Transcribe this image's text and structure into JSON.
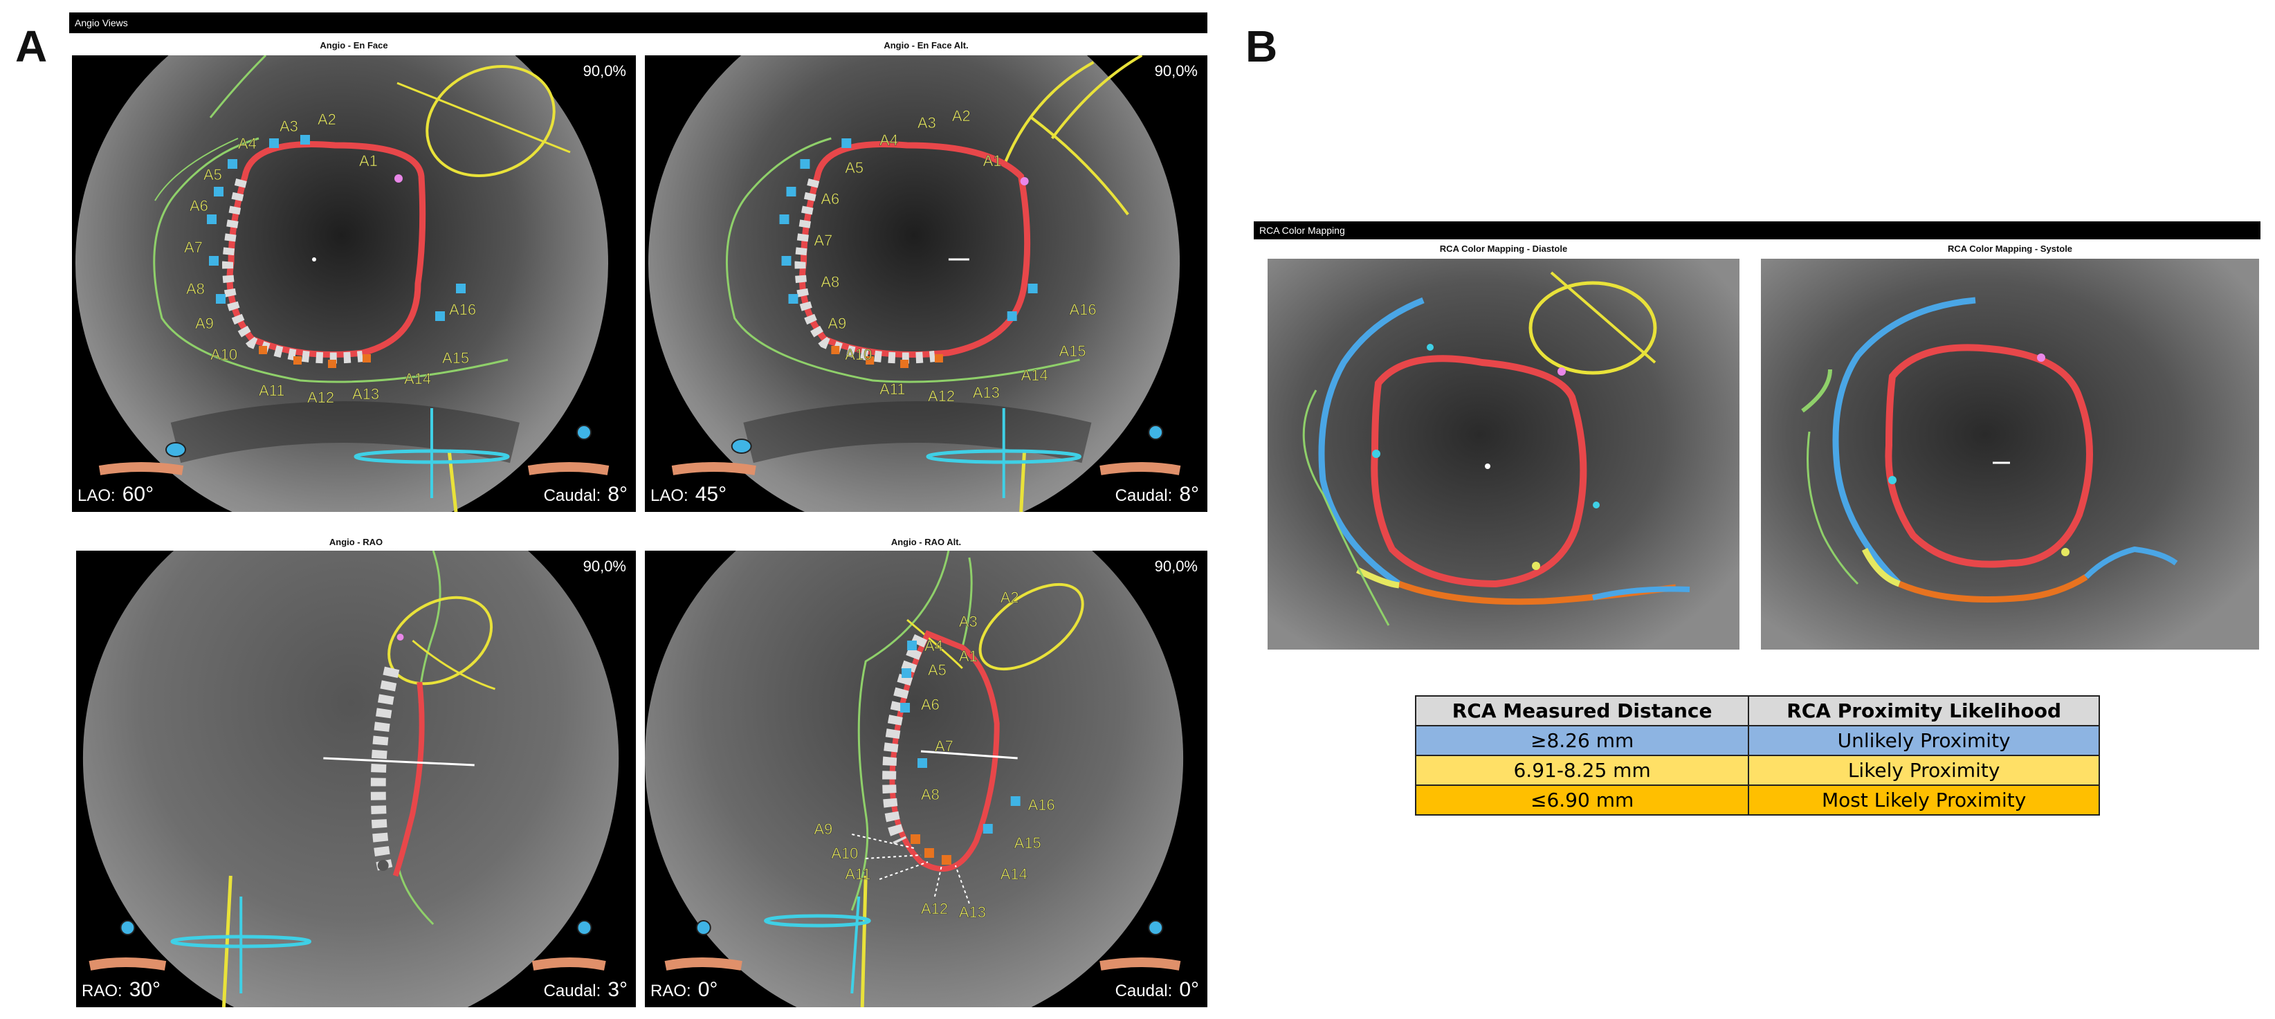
{
  "panels": {
    "a_letter": "A",
    "b_letter": "B",
    "a_header": "Angio Views",
    "b_header": "RCA Color Mapping"
  },
  "views": [
    {
      "title": "Angio - En Face",
      "zoom": "90,0%",
      "proj_label": "LAO:",
      "proj_value": "60°",
      "tilt_label": "Caudal:",
      "tilt_value": "8°"
    },
    {
      "title": "Angio - En Face Alt.",
      "zoom": "90,0%",
      "proj_label": "LAO:",
      "proj_value": "45°",
      "tilt_label": "Caudal:",
      "tilt_value": "8°"
    },
    {
      "title": "Angio - RAO",
      "zoom": "90,0%",
      "proj_label": "RAO:",
      "proj_value": "30°",
      "tilt_label": "Caudal:",
      "tilt_value": "3°"
    },
    {
      "title": "Angio - RAO Alt.",
      "zoom": "90,0%",
      "proj_label": "RAO:",
      "proj_value": "0°",
      "tilt_label": "Caudal:",
      "tilt_value": "0°"
    }
  ],
  "ablation_labels": [
    "A1",
    "A2",
    "A3",
    "A4",
    "A5",
    "A6",
    "A7",
    "A8",
    "A9",
    "A10",
    "A11",
    "A12",
    "A13",
    "A14",
    "A15",
    "A16"
  ],
  "color_mapping": {
    "diastole_title": "RCA Color Mapping - Diastole",
    "systole_title": "RCA Color Mapping - Systole"
  },
  "legend": {
    "headers": [
      "RCA Measured Distance",
      "RCA Proximity Likelihood"
    ],
    "rows": [
      {
        "distance": "≥8.26 mm",
        "likelihood": "Unlikely Proximity",
        "color": "#8db4e2"
      },
      {
        "distance": "6.91-8.25 mm",
        "likelihood": "Likely Proximity",
        "color": "#ffe066"
      },
      {
        "distance": "≤6.90 mm",
        "likelihood": "Most Likely Proximity",
        "color": "#ffbf00"
      }
    ]
  },
  "colors": {
    "ring": "#e8474a",
    "rca_blue": "#4aa6e6",
    "rca_yellow": "#e6e860",
    "rca_orange": "#e8731f",
    "vessel_green": "#8fd06a",
    "sinus_yellow": "#e9e23a",
    "marker_cyan": "#3fb4e6"
  }
}
